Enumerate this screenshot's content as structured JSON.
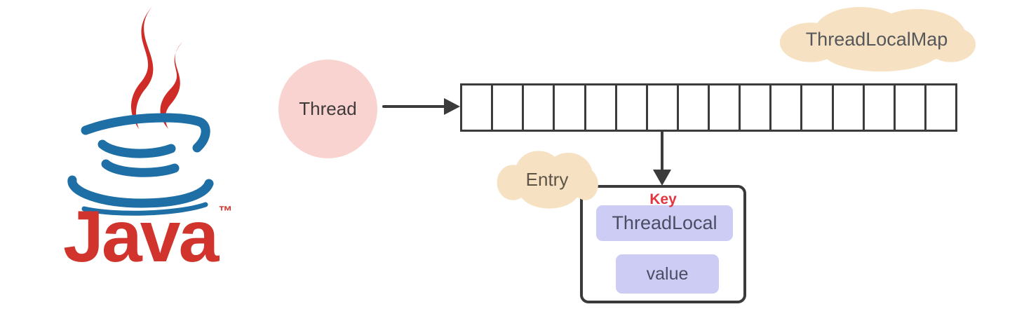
{
  "logo": {
    "wordmark": "Java",
    "trademark": "™",
    "wordmark_color": "#d0342c",
    "steam_red": "#cf2c27",
    "cup_blue": "#1e6fa5"
  },
  "thread": {
    "label": "Thread",
    "fill": "#f9d3d0",
    "text_color": "#403a3a"
  },
  "map_cloud": {
    "label": "ThreadLocalMap",
    "fill": "#f6e2c2",
    "text_color": "#56575a"
  },
  "entry_cloud": {
    "label": "Entry",
    "fill": "#f6e2c2",
    "text_color": "#5d5346"
  },
  "array": {
    "cells": 16,
    "pointed_cell_index": 6,
    "border_color": "#3b3b3b"
  },
  "entry_box": {
    "key_label": "Key",
    "key_color": "#e23540",
    "threadlocal_label": "ThreadLocal",
    "value_label": "value",
    "field_fill": "#cdccf4",
    "field_text_color": "#494e63",
    "border_color": "#3a3a3a"
  },
  "arrows": {
    "color": "#3b3b3b"
  }
}
